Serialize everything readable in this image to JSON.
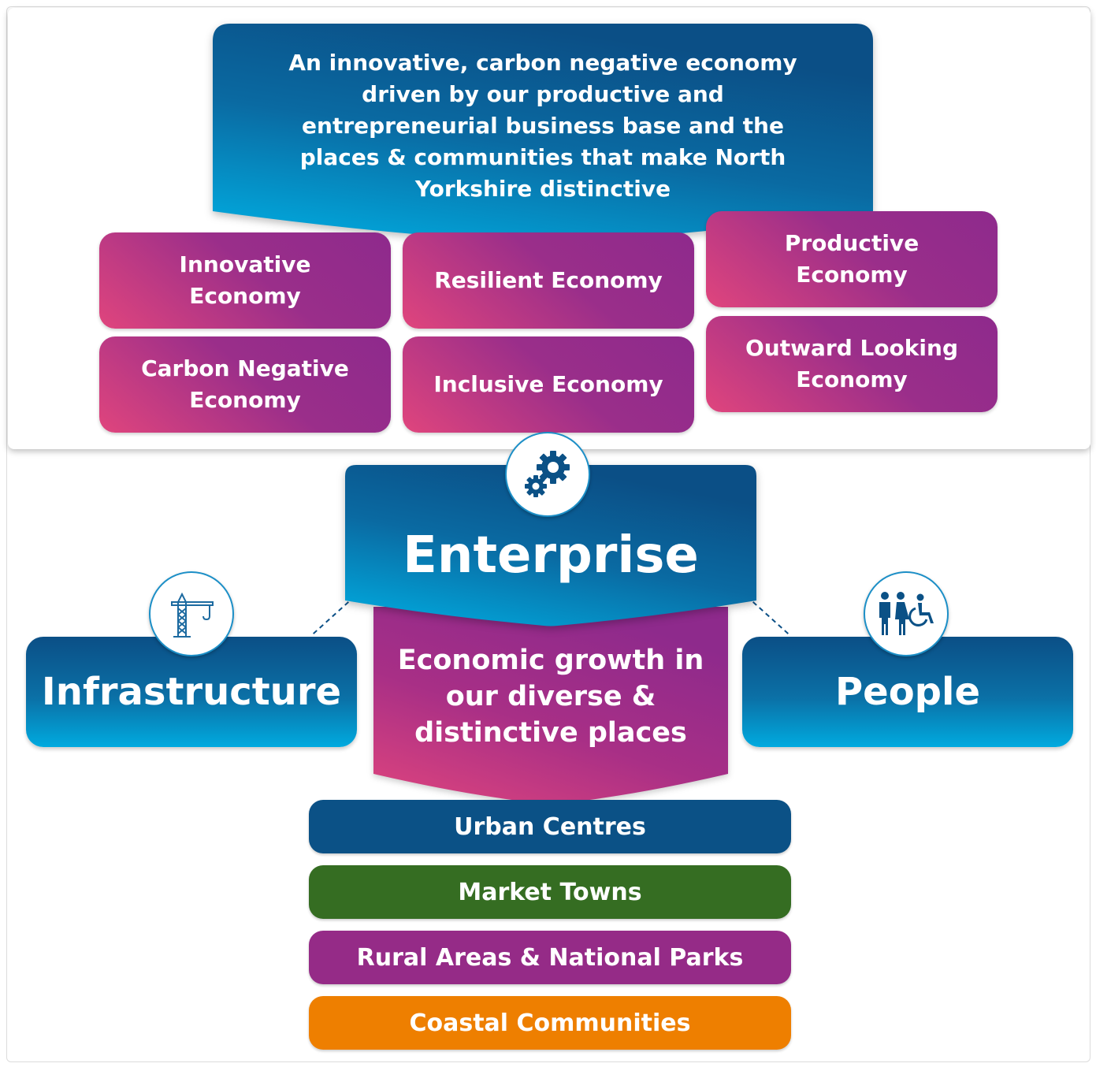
{
  "vision": {
    "text": "An innovative, carbon negative economy driven by our productive and entrepreneurial business base and the places & communities that make North Yorkshire distinctive"
  },
  "economies": [
    {
      "label": "Innovative Economy"
    },
    {
      "label": "Resilient Economy"
    },
    {
      "label": "Productive Economy"
    },
    {
      "label": "Carbon Negative Economy"
    },
    {
      "label": "Inclusive Economy"
    },
    {
      "label": "Outward Looking Economy"
    }
  ],
  "pillars": {
    "enterprise": {
      "label": "Enterprise",
      "icon": "gears-icon"
    },
    "infrastructure": {
      "label": "Infrastructure",
      "icon": "crane-icon"
    },
    "people": {
      "label": "People",
      "icon": "people-wheelchair-icon"
    }
  },
  "growth": {
    "text": "Economic growth in our diverse & distinctive places"
  },
  "places": [
    {
      "label": "Urban Centres",
      "color": "#0b5186"
    },
    {
      "label": "Market Towns",
      "color": "#356d22"
    },
    {
      "label": "Rural Areas & National Parks",
      "color": "#952b87"
    },
    {
      "label": "Coastal Communities",
      "color": "#ee7f00"
    }
  ],
  "colors": {
    "navy": "#0b4f86",
    "cyan": "#00aadf",
    "magenta": "#952b87",
    "pink": "#e0457d"
  }
}
